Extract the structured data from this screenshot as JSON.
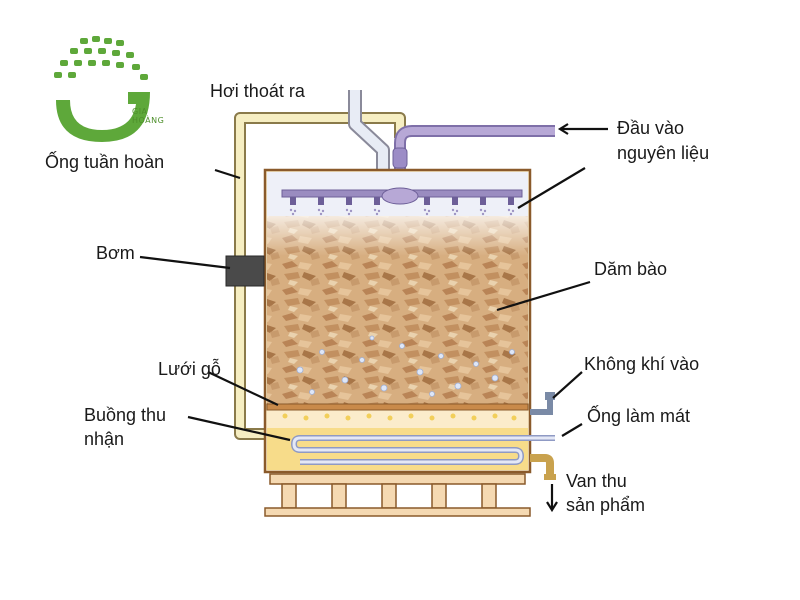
{
  "brand": {
    "name": "GIA HOÀNG",
    "letter": "G"
  },
  "labels": {
    "steam_out": "Hơi thoát ra",
    "feed_in_line1": "Đầu vào",
    "feed_in_line2": "nguyên liệu",
    "recirc_pipe": "Ống tuần hoàn",
    "pump": "Bơm",
    "wood_shavings": "Dăm bào",
    "air_in": "Không khí vào",
    "wood_mesh": "Lưới gỗ",
    "cooling_pipe": "Ống làm mát",
    "collect_line1": "Buồng thu",
    "collect_line2": "nhận",
    "valve_line1": "Van thu",
    "valve_line2": "sản phẩm"
  },
  "colors": {
    "outline": "#8a5a2b",
    "tank_fill": "#fbeccb",
    "shavings": "#c9986a",
    "feed_pipe": "#b7a8d6",
    "recirc_pipe": "#f6eec2",
    "pump": "#4a4a4a",
    "collect_liquid": "#f7dc8a",
    "coil": "#cfd6ee",
    "logo_green": "#5ea83a"
  }
}
